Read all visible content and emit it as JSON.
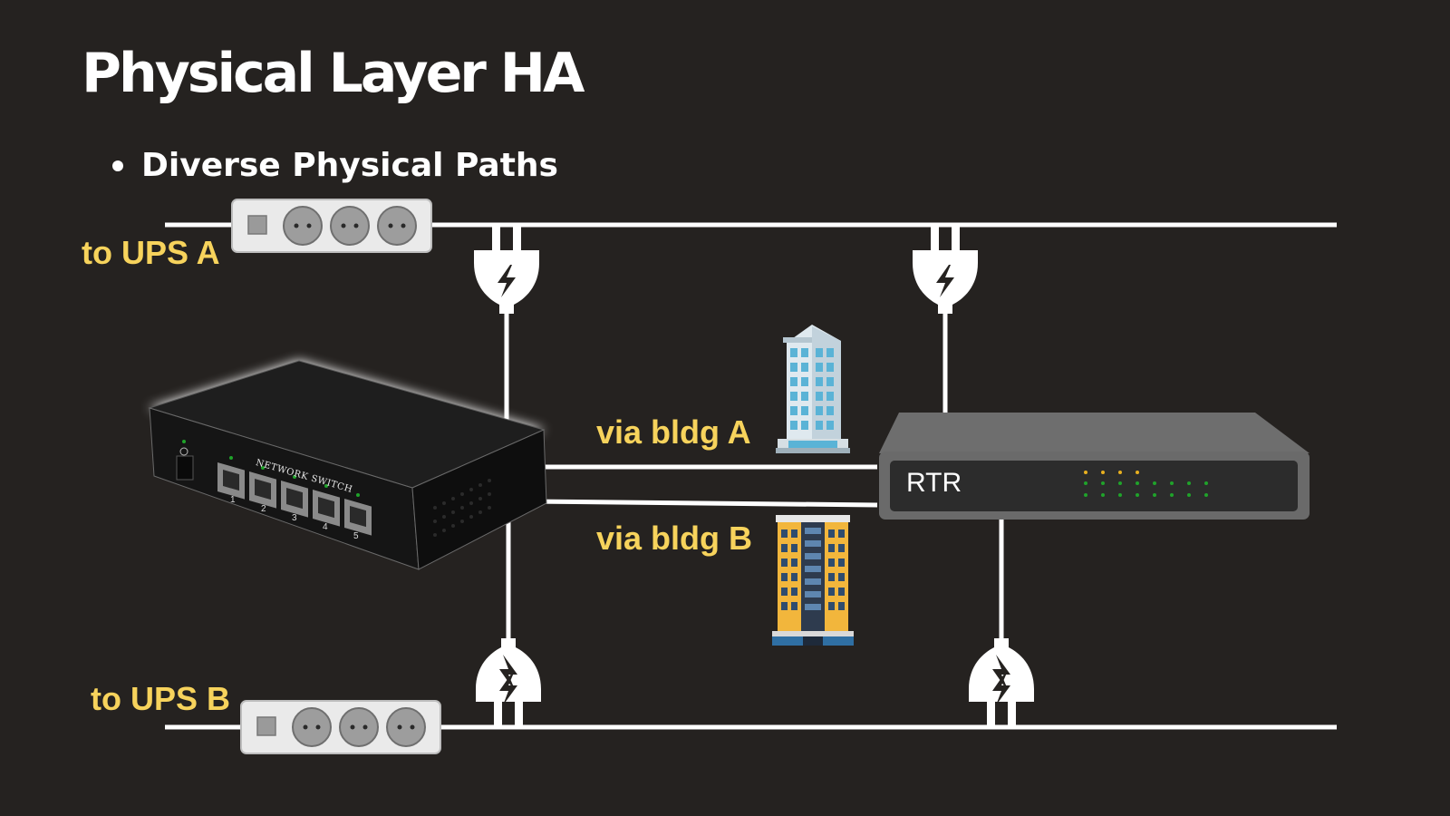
{
  "slide": {
    "title": "Physical Layer HA",
    "bullet": "Diverse Physical Paths"
  },
  "labels": {
    "ups_a": "to UPS A",
    "ups_b": "to UPS B",
    "via_a": "via bldg A",
    "via_b": "via bldg B"
  },
  "devices": {
    "router_label": "RTR",
    "switch_caption": "NETWORK SWITCH",
    "switch_ports": [
      "1",
      "2",
      "3",
      "4",
      "5"
    ]
  },
  "icons": {
    "power_strip": "power-strip-icon",
    "plug": "power-plug-icon",
    "building_a": "office-tower-icon",
    "building_b": "office-building-icon"
  },
  "colors": {
    "background": "#252220",
    "label_yellow": "#f7d35c",
    "cable": "#ffffff",
    "led_green": "#1fa32a",
    "led_yellow": "#e8b020"
  }
}
